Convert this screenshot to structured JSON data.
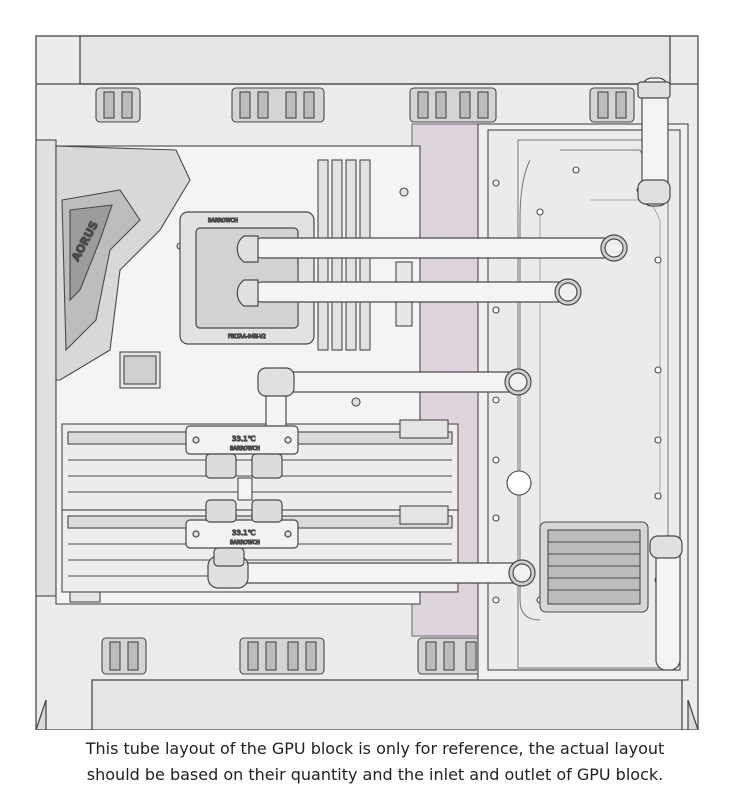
{
  "caption": {
    "line1": "This tube layout of the GPU block is only for reference, the actual layout",
    "line2": "should be based on their quantity and the inlet and outlet of GPU block."
  },
  "labels": {
    "cpu_block_brand": "BARROWCH",
    "cpu_block_model": "FBLTAA-04N-V2",
    "motherboard_brand": "AORUS",
    "gpu1_temp": "33.1℃",
    "gpu1_brand": "BARROWCH",
    "gpu2_temp": "33.1℃",
    "gpu2_brand": "BARROWCH"
  },
  "colors": {
    "case_panel": "#ececec",
    "motherboard_tray": "#ddd4dd",
    "outline": "#4a4a4a",
    "tube": "#f4f4f4"
  }
}
